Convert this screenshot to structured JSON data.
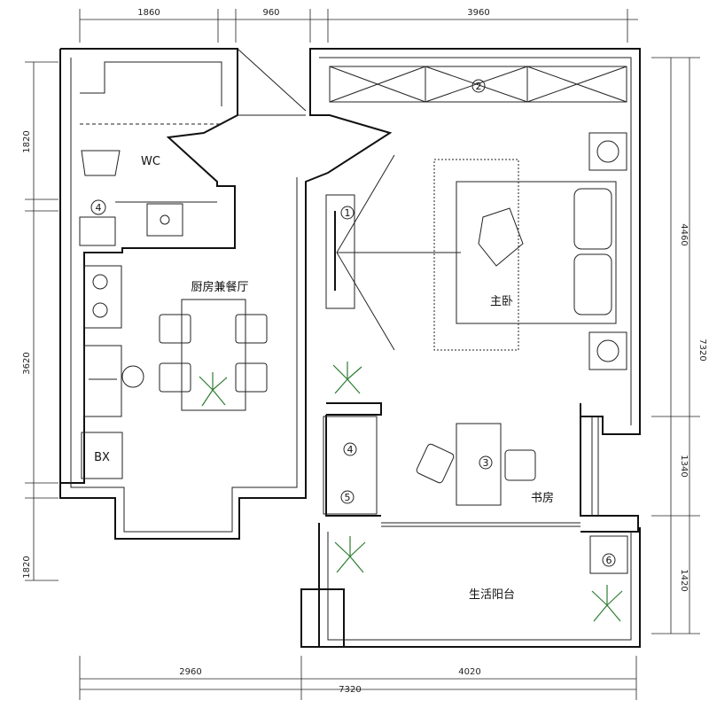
{
  "dimensions": {
    "top": [
      "1860",
      "960",
      "3960"
    ],
    "bottom": [
      "2960",
      "4020"
    ],
    "bottom_total": "7320",
    "left": [
      "1820",
      "3620",
      "1820"
    ],
    "right": [
      "4460",
      "1340",
      "1420"
    ],
    "right_total": "7320"
  },
  "rooms": {
    "wc": "WC",
    "kitchen_dining": "厨房兼餐厅",
    "master_bedroom": "主卧",
    "study": "书房",
    "balcony": "生活阳台",
    "fridge": "BX"
  },
  "markers": {
    "m1": "1",
    "m2": "2",
    "m3": "3",
    "m4a": "4",
    "m4b": "4",
    "m5": "5",
    "m6": "6"
  }
}
